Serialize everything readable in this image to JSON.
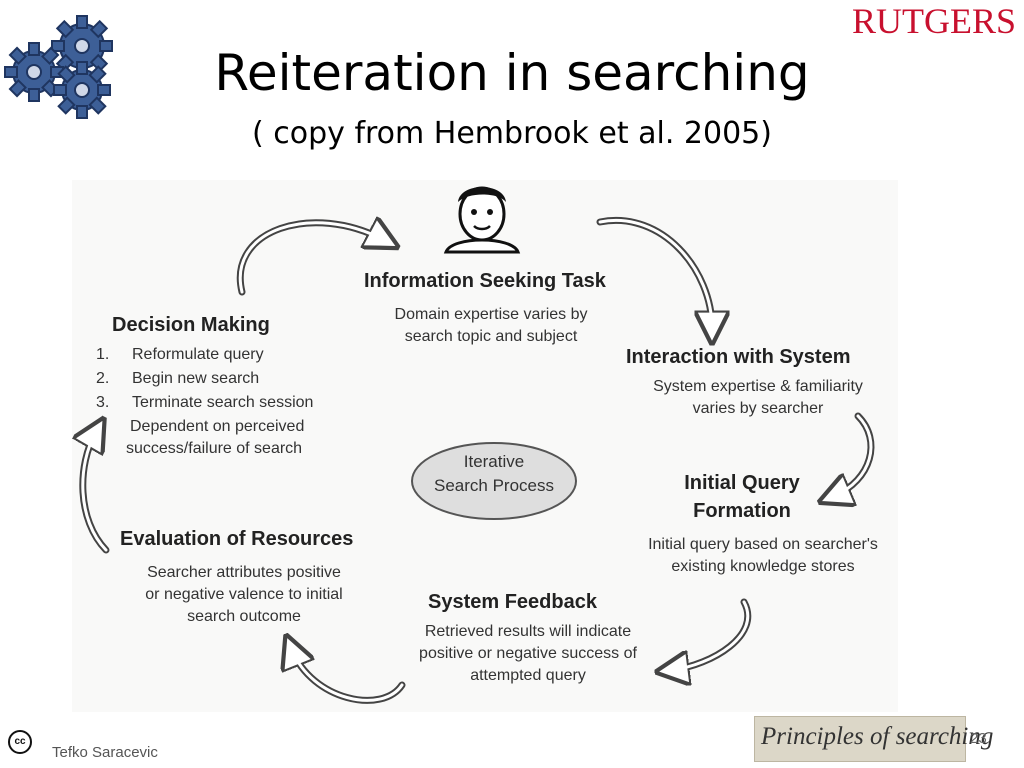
{
  "title": "Reiteration in searching",
  "subtitle": "( copy from Hembrook et al. 2005)",
  "logo_text": "RUTGERS",
  "colors": {
    "logo": "#c8102e",
    "gear": "#3d5f97"
  },
  "diagram": {
    "task": {
      "title": "Information Seeking Task",
      "line1": "Domain expertise varies by",
      "line2": "search topic and subject"
    },
    "interaction": {
      "title": "Interaction with System",
      "line1": "System expertise & familiarity",
      "line2": "varies by searcher"
    },
    "query": {
      "title_line1": "Initial Query",
      "title_line2": "Formation",
      "line1": "Initial query based on  searcher's",
      "line2": "existing knowledge stores"
    },
    "feedback": {
      "title": "System Feedback",
      "line1": "Retrieved results will indicate",
      "line2": "positive or negative success of",
      "line3": "attempted query"
    },
    "evaluation": {
      "title": "Evaluation of Resources",
      "line1": "Searcher attributes positive",
      "line2": "or negative valence to initial",
      "line3": "search outcome"
    },
    "decision": {
      "title": "Decision Making",
      "items": [
        "Reformulate query",
        "Begin new search",
        "Terminate search session"
      ],
      "line1": "Dependent on perceived",
      "line2": "success/failure of search"
    },
    "center": {
      "line1": "Iterative",
      "line2": "Search Process"
    }
  },
  "footer": {
    "author": "Tefko Saracevic",
    "page": "23",
    "brand": "Principles of searching",
    "cc": "cc"
  }
}
